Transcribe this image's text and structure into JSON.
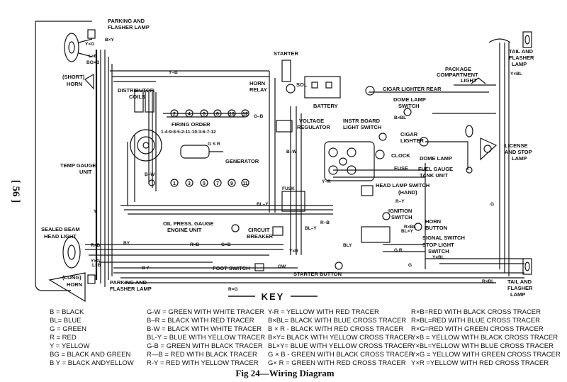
{
  "page_number": "[ 56 ]",
  "caption": "Fig 24—Wiring Diagram",
  "components": {
    "parking_flasher_top": "PARKING AND",
    "parking_flasher_top2": "FLASHER LAMP",
    "horn_short": "(SHORT)",
    "horn_short2": "HORN",
    "distributor": "DISTRIBUTOR",
    "distributor2": "COILS",
    "firing_order": "FIRING ORDER",
    "firing_seq": "1-4-9-8-5-2-11-10-3-6-7-12",
    "starter": "STARTER",
    "sol": "SOL",
    "battery": "BATTERY",
    "horn_relay": "HORN",
    "horn_relay2": "RELAY",
    "voltage_reg": "VOLTAGE",
    "voltage_reg2": "REGULATOR",
    "generator": "GENERATOR",
    "temp_gauge": "TEMP GAUGE",
    "temp_gauge2": "UNIT",
    "instr_board": "INSTR BOARD",
    "instr_board2": "LIGHT SWITCH",
    "cigar_lighter_rear": "CIGAR LIGHTER REAR",
    "dome_switch": "DOME LAMP",
    "dome_switch2": "SWITCH",
    "package_light": "PACKAGE",
    "package_light2": "COMPARTMENT",
    "package_light3": "LIGHT",
    "tail_top": "TAIL AND",
    "tail_top2": "FLASHER",
    "tail_top3": "LAMP",
    "cigar_lighter": "CIGAR",
    "cigar_lighter2": "LIGHTER",
    "clock": "CLOCK",
    "dome_lamp": "DOME LAMP",
    "fuse": "FUSE",
    "fuel_gauge": "FUEL GAUGE",
    "fuel_gauge2": "TANK UNIT",
    "license_lamp": "LICENSE",
    "license_lamp2": "AND STOP",
    "license_lamp3": "LAMP",
    "head_switch": "HEAD LAMP SWITCH",
    "head_switch2": "(HAND)",
    "ignition_switch": "IGNITION",
    "ignition_switch2": "SWITCH",
    "horn_button": "HORN",
    "horn_button2": "BUTTON",
    "signal_switch": "SIGNAL SWITCH",
    "stop_switch": "STOP LIGHT",
    "stop_switch2": "SWITCH",
    "oil_press": "OIL PRESS. GAUGE",
    "oil_press2": "ENGINE UNIT",
    "circuit_breaker": "CIRCUIT",
    "circuit_breaker2": "BREAKER",
    "sealed_beam": "SEALED BEAM",
    "sealed_beam2": "HEAD LIGHT",
    "horn_long": "(LONG)",
    "horn_long2": "HORN",
    "parking_flasher_bot": "PARKING AND",
    "parking_flasher_bot2": "FLASHER LAMP",
    "foot_switch": "FOOT SWITCH",
    "starter_button": "STARTER BUTTON",
    "tail_bot": "TAIL AND",
    "tail_bot2": "FLASHER",
    "tail_bot3": "LAMP",
    "fusk": "FUSK"
  },
  "wire_tags": {
    "yxg": "Y×G",
    "bxy": "B×Y",
    "lxb": "L×B",
    "bgxb": "BG×B",
    "yb": "Y–B",
    "gb": "G–B",
    "bw": "B–W",
    "bw2": "B–W",
    "ly": "BL–Y",
    "blyb": "BL–Y",
    "yr": "Y–R",
    "rb": "R–B",
    "ry": "R–Y",
    "rxb": "R×B",
    "gxb": "G×B",
    "by": "BY",
    "rxg": "R×G",
    "yxbl": "Y×BL",
    "bxbl": "B×BL",
    "yxr": "Y×R",
    "rxbl": "R×BL",
    "gw": "GW",
    "blxy": "BL×Y",
    "g": "G",
    "y": "Y",
    "bly": "BLY",
    "gr": "G R",
    "yxbl2": "Y×BL",
    "g2": "G",
    "rxbl2": "R×BL",
    "rb2": "R×B",
    "by2": "B Y",
    "lxb2": "L×B",
    "gsr": "G S R",
    "yxg2": "Y×G"
  },
  "firing_numbers_top": [
    "2",
    "4",
    "6",
    "8",
    "10",
    "12"
  ],
  "firing_numbers_bottom": [
    "1",
    "3",
    "5",
    "7",
    "9",
    "11"
  ],
  "key": {
    "title": "KEY",
    "col1": [
      "B = BLACK",
      "BL= BLUE",
      "G = GREEN",
      "R = RED",
      "Y = YELLOW",
      "BG = BLACK AND GREEN",
      "B Y = BLACK ANDYELLOW"
    ],
    "col2": [
      "G-W = GREEN WITH WHITE TRACER",
      "B–R = BLACK WITH RED TRACER",
      "B-W = BLACK WITH WHITE TRACER",
      "BL-Y = BLUE WITH YELLOW TRACER",
      "G-B = GREEN WITH BLACK TRACER",
      "R—B = RED WITH BLACK TRACER",
      "R-Y = RED WITH YELLOW TRACER"
    ],
    "col3": [
      "Y-R = YELLOW WITH RED TRACER",
      "B×BL= BLACK WITH BLUE CROSS TRACER",
      "B × R - BLACK WITH RED CROSS TRACER",
      "B×Y= BLACK WITH YELLOW CROSS TRACER",
      "BL×Y= BLUE WITH YELLOW CROSS TRACER",
      "G × B - GREEN WITH BLACK CROSS TRACER",
      "G× R = GREEN WITH RED CROSS TRACER"
    ],
    "col4": [
      "R×B=RED WITH BLACK CROSS TRACER",
      "R×BL=RED WITH BLUE CROSS TRACER",
      "R×G=RED WITH GREEN CROSS TRACER",
      "Y×B = YELLOW WITH BLACK CROSS TRACER",
      "Y×BL=YELLOW WITH BLUE CROSS TRACER",
      "Y×G = YELLOW WITH GREEN CROSS TRACER",
      "Y×R =YELLOW WITH RED CROSS TRACER"
    ]
  }
}
